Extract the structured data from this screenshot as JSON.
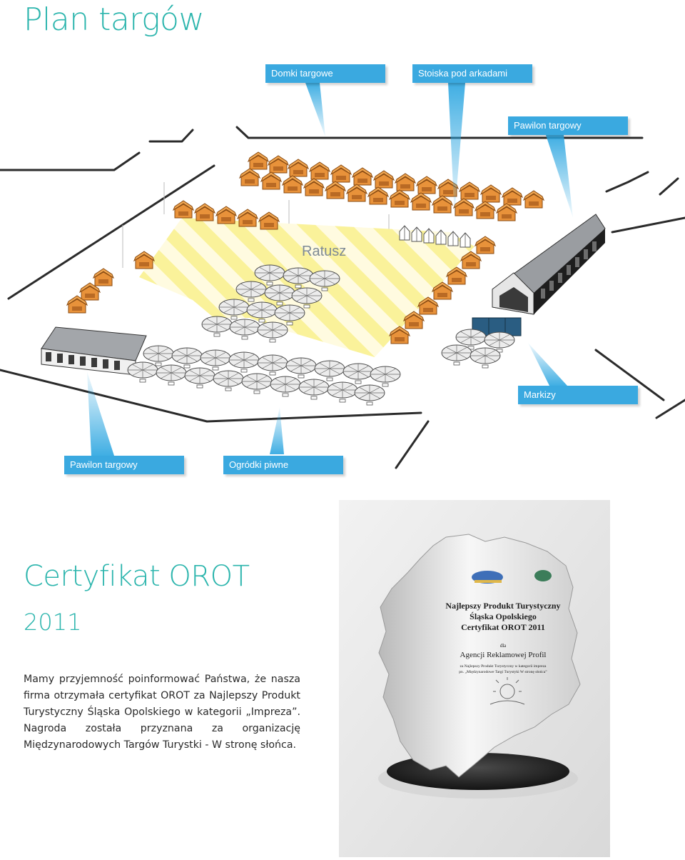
{
  "page": {
    "title": "Plan targów"
  },
  "map": {
    "labels": {
      "domki": "Domki targowe",
      "stoiska": "Stoiska pod arkadami",
      "pawilon_top": "Pawilon targowy",
      "markizy": "Markizy",
      "pawilon_bottom": "Pawilon targowy",
      "ogrodki": "Ogródki piwne"
    },
    "center_label": "Ratusz",
    "colors": {
      "label_bg": "#3aa9e0",
      "house": "#e8923a",
      "plaza_stripe": "#faf29a",
      "pavilion": "#8c8f93"
    }
  },
  "certificate": {
    "title": "Certyfikat OROT",
    "year": "2011",
    "description": "Mamy przyjemność poinformować Państwa, że nasza firma otrzymała certyfikat OROT za Najlepszy Produkt Turystyczny Śląska Opolskiego w kategorii „Impreza”. Nagroda została przyznana za organizację Międzynarodowych Targów Turystki - W stronę słońca.",
    "trophy": {
      "heading_1": "Najlepszy Produkt Turystyczny",
      "heading_2": "Śląska Opolskiego",
      "heading_3": "Certyfikat OROT 2011",
      "for": "dla",
      "recipient": "Agencji Reklamowej Profil",
      "line_1": "za Najlepszy Produkt Turystyczny w kategorii impreza",
      "line_2": "pn. „Międzynarodowe Targi Turystyki W stronę słońca”"
    }
  }
}
